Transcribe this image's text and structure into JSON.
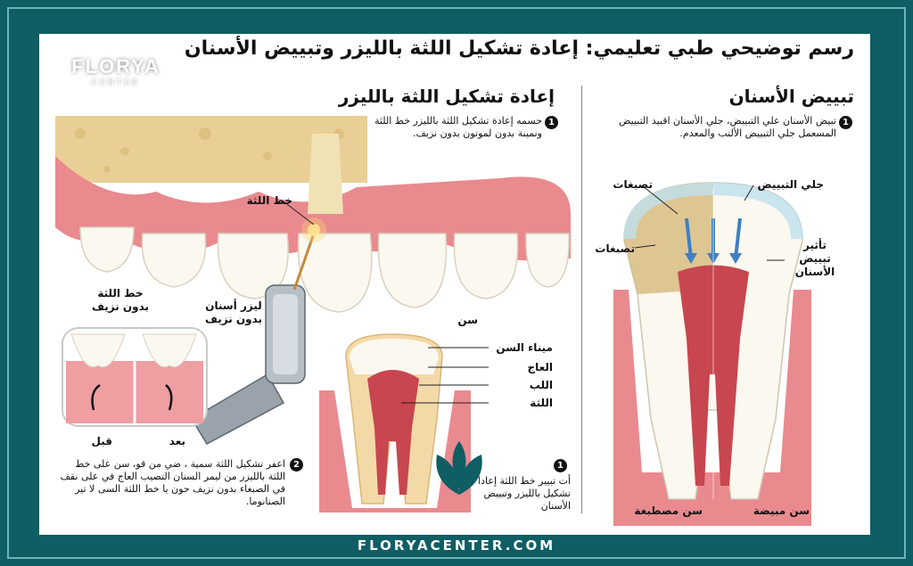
{
  "brand": {
    "name": "FLORYA",
    "sub": "CENTER",
    "footer": "FLORYACENTER.COM"
  },
  "title": "رسم توضيحي طبي تعليمي: إعادة تشكيل اللثة بالليزر وتبييض الأسنان",
  "left_section": {
    "title": "إعادة تشكيل اللثة بالليزر",
    "step1_text": "حسمه إعادة تشكيل اللثة بالليزر خط اللثة ونمينة بدون لموتون بدون نزيف.",
    "gum_line_label": "خط اللثة",
    "laser_label": "ليزر أسنان بدون نزيف",
    "gum_no_bleed_label": "خط اللثة بدون نزيف",
    "tooth_label": "سن",
    "before_label": "قبل",
    "after_label": "بعد",
    "enamel_label": "ميناء السن",
    "dentin_label": "العاج",
    "pulp_label": "اللب",
    "gum_label": "اللثة",
    "step2_text": "اعفر تشكيل اللثة سمية ، ضي من قو، سن على خط اللثة بالليزر من ليمر السنان التصيب العاج في على نقف في الصبغاء بدون نزيف حون يا خط اللثة السى لا تير الصنانوما.",
    "step1b_text": "أت تبيير خط اللثة إعادا تشكيل بالليزر وتبييض الأسنان"
  },
  "right_section": {
    "title": "تبييض الأسنان",
    "step1_text": "تبيض الأسنان علي التبييض، جلي الأسنان اقبيد التبييض المسعمل جلي التبييض الألنب والمعدم.",
    "gel_label": "جلي التبييض",
    "stain_label_1": "تصبغات",
    "stain_label_2": "تصبغات",
    "effect_label": "تأثير تبييض الأسنان",
    "stained_tooth_label": "سن مصطبغة",
    "white_tooth_label": "سن مبيضة"
  },
  "numbers": {
    "n1": "1",
    "n2": "2",
    "n3": "1",
    "n4": "1"
  },
  "colors": {
    "frame": "#0e5e64",
    "gum": "#e98a8f",
    "bone": "#e9cf96",
    "pulp": "#c8464f",
    "tooth": "#fbf8f0",
    "stain": "#c9a56a",
    "gel": "#bfe0ef"
  }
}
